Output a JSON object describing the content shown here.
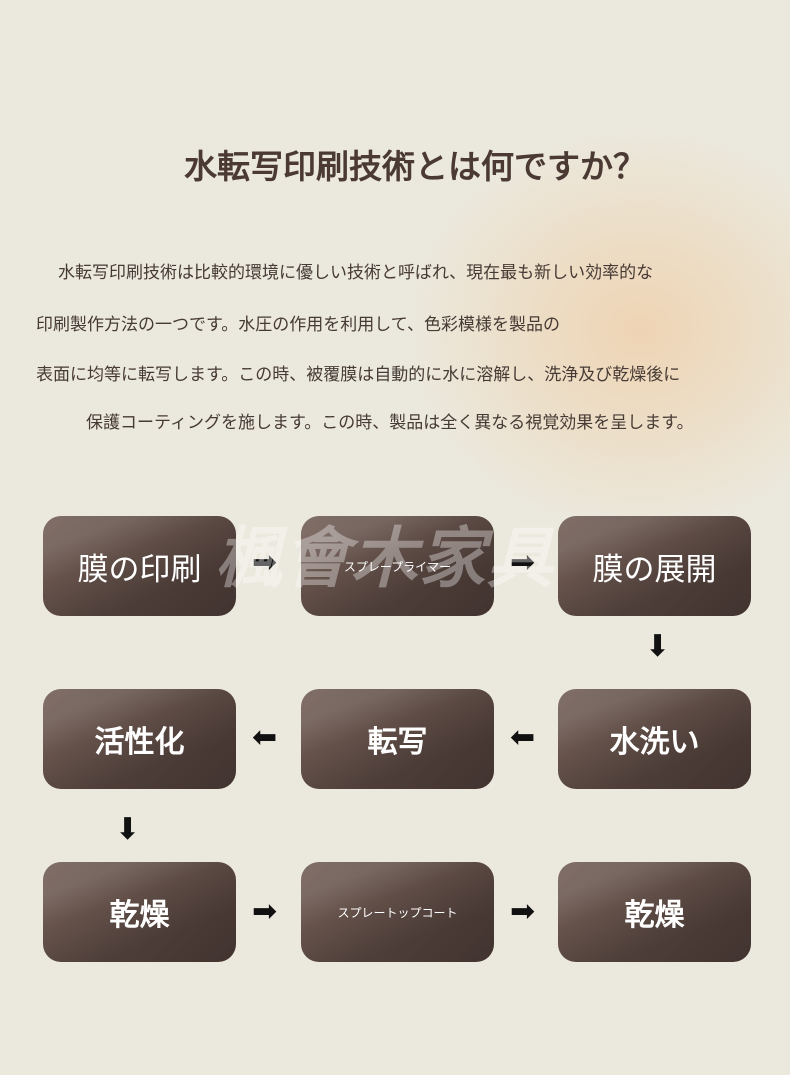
{
  "title": "水転写印刷技術とは何ですか？",
  "paragraph": [
    "水転写印刷技術は比較的環境に優しい技術と呼ばれ、現在最も新しい効率的な",
    "印刷製作方法の一つです。水圧の作用を利用して、色彩模様を製品の",
    "表面に均等に転写します。この時、被覆膜は自動的に水に溶解し、洗浄及び乾燥後に",
    "保護コーティングを施します。この時、製品は全く異なる視覚効果を呈します。"
  ],
  "steps": [
    {
      "label": "膜の印刷"
    },
    {
      "label": "スプレープライマー"
    },
    {
      "label": "膜の展開"
    },
    {
      "label": "水洗い"
    },
    {
      "label": "転写"
    },
    {
      "label": "活性化"
    },
    {
      "label": "乾燥"
    },
    {
      "label": "スプレートップコート"
    },
    {
      "label": "乾燥"
    }
  ],
  "watermark": "楓會木家具"
}
